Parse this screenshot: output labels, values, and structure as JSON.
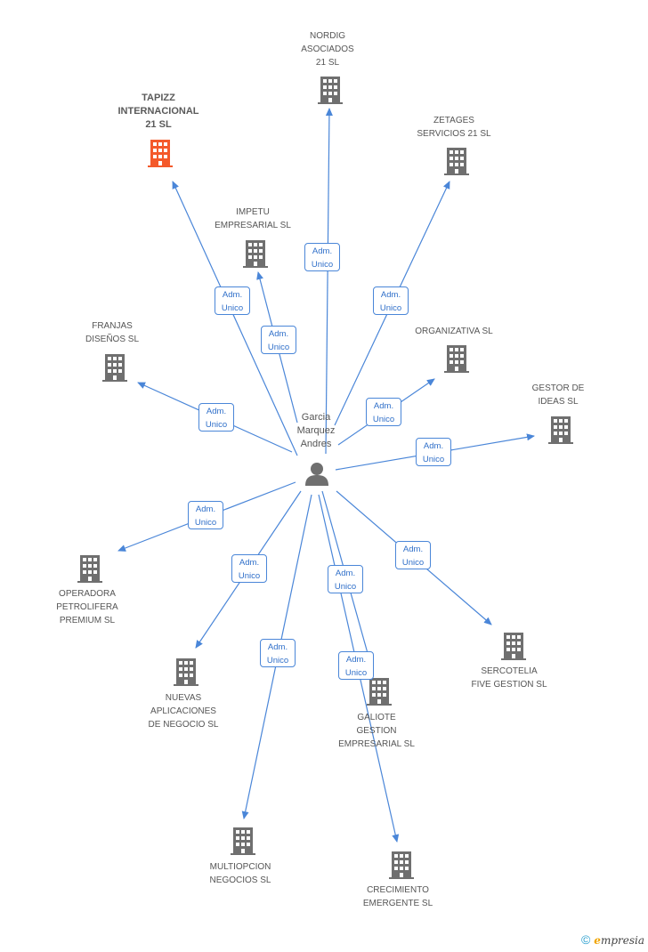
{
  "center": {
    "name": "Garcia\nMarquez\nAndres"
  },
  "colors": {
    "edge": "#4a86d8",
    "building": "#6f6f6f",
    "focus": "#f4592a",
    "person": "#6f6f6f"
  },
  "nodes": [
    {
      "id": "nordig",
      "label": "NORDIG\nASOCIADOS\n21 SL",
      "edge_label": "Adm.\nUnico",
      "focus": false
    },
    {
      "id": "tapizz",
      "label": "TAPIZZ\nINTERNACIONAL\n21 SL",
      "edge_label": "Adm.\nUnico",
      "focus": true
    },
    {
      "id": "zetages",
      "label": "ZETAGES\nSERVICIOS 21 SL",
      "edge_label": "Adm.\nUnico",
      "focus": false
    },
    {
      "id": "impetu",
      "label": "IMPETU\nEMPRESARIAL SL",
      "edge_label": "Adm.\nUnico",
      "focus": false
    },
    {
      "id": "franjas",
      "label": "FRANJAS\nDISEÑOS SL",
      "edge_label": "Adm.\nUnico",
      "focus": false
    },
    {
      "id": "organizativa",
      "label": "ORGANIZATIVA SL",
      "edge_label": "Adm.\nUnico",
      "focus": false
    },
    {
      "id": "gestor",
      "label": "GESTOR DE\nIDEAS SL",
      "edge_label": "Adm.\nUnico",
      "focus": false
    },
    {
      "id": "operadora",
      "label": "OPERADORA\nPETROLIFERA\nPREMIUM SL",
      "edge_label": "Adm.\nUnico",
      "focus": false
    },
    {
      "id": "nuevas",
      "label": "NUEVAS\nAPLICACIONES\nDE NEGOCIO SL",
      "edge_label": "Adm.\nUnico",
      "focus": false
    },
    {
      "id": "sercotelia",
      "label": "SERCOTELIA\nFIVE GESTION SL",
      "edge_label": "Adm.\nUnico",
      "focus": false
    },
    {
      "id": "galiote",
      "label": "GALIOTE\nGESTION\nEMPRESARIAL SL",
      "edge_label": "Adm.\nUnico",
      "focus": false
    },
    {
      "id": "multiopcion",
      "label": "MULTIOPCION\nNEGOCIOS SL",
      "edge_label": "Adm.\nUnico",
      "focus": false
    },
    {
      "id": "crecimiento",
      "label": "CRECIMIENTO\nEMERGENTE SL",
      "edge_label": "Adm.\nUnico",
      "focus": false
    }
  ],
  "footer": {
    "copyright": "©",
    "brand_initial": "e",
    "brand_rest": "mpresia"
  }
}
